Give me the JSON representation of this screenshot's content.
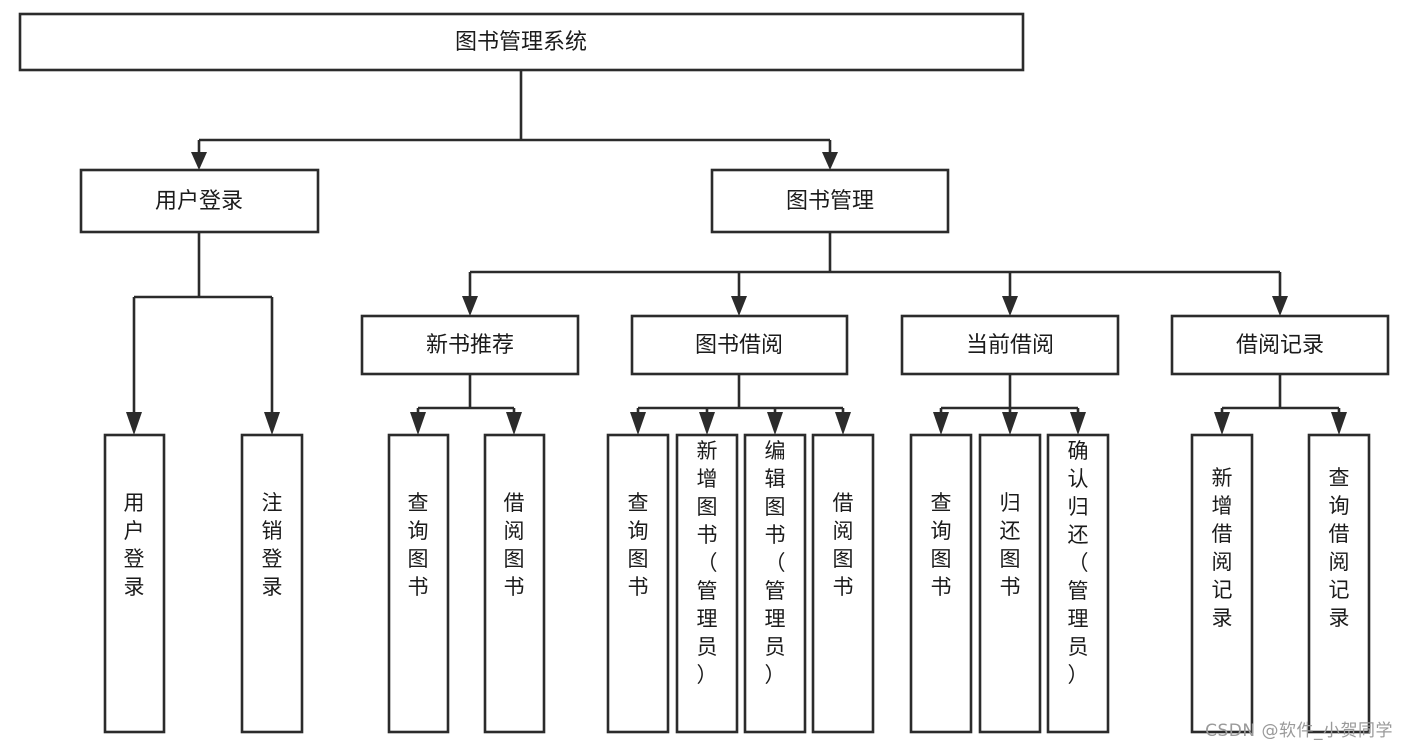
{
  "diagram": {
    "title": "图书管理系统",
    "type": "tree-hierarchy-chart",
    "watermark": "CSDN @软件_小贺同学",
    "colors": {
      "stroke": "#2b2b2b",
      "box_fill": "#ffffff",
      "text": "#1b1b1b",
      "background": "#ffffff",
      "watermark": "#9a9a9a"
    },
    "root": {
      "label": "图书管理系统"
    },
    "level2": [
      {
        "label": "用户登录"
      },
      {
        "label": "图书管理"
      }
    ],
    "level3": [
      {
        "label": "新书推荐"
      },
      {
        "label": "图书借阅"
      },
      {
        "label": "当前借阅"
      },
      {
        "label": "借阅记录"
      }
    ],
    "leaves": {
      "user_login": [
        {
          "label": "用户登录"
        },
        {
          "label": "注销登录"
        }
      ],
      "new_book_recommend": [
        {
          "label": "查询图书"
        },
        {
          "label": "借阅图书"
        }
      ],
      "book_borrow": [
        {
          "label": "查询图书"
        },
        {
          "label": "新增图书（管理员）"
        },
        {
          "label": "编辑图书（管理员）"
        },
        {
          "label": "借阅图书"
        }
      ],
      "current_borrow": [
        {
          "label": "查询图书"
        },
        {
          "label": "归还图书"
        },
        {
          "label": "确认归还（管理员）"
        }
      ],
      "borrow_record": [
        {
          "label": "新增借阅记录"
        },
        {
          "label": "查询借阅记录"
        }
      ]
    }
  }
}
